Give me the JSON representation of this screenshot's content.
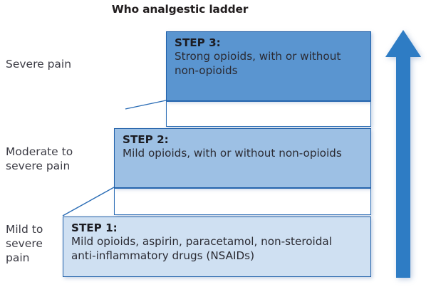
{
  "title": "Who analgestic ladder",
  "pain_levels": [
    {
      "id": "severe",
      "label": "Severe pain"
    },
    {
      "id": "moderate",
      "label": "Moderate to\nsevere pain"
    },
    {
      "id": "mild",
      "label": "Mild to\nsevere\npain"
    }
  ],
  "steps": [
    {
      "id": "step3",
      "heading": "STEP 3:",
      "body": "Strong opioids, with or without\nnon-opioids",
      "fill": "#5a95d0"
    },
    {
      "id": "step2",
      "heading": "STEP 2:",
      "body": "Mild opioids, with or without non-opioids",
      "fill": "#9dc0e4"
    },
    {
      "id": "step1",
      "heading": "STEP 1:",
      "body": "Mild opioids, aspirin, paracetamol, non-steroidal\nanti-inflammatory drugs (NSAIDs)",
      "fill": "#cfe0f2"
    }
  ],
  "arrow": {
    "name": "up-arrow",
    "direction": "up",
    "color": "#2e7cc4"
  },
  "colors": {
    "border": "#1f5fa8",
    "riser_border": "#2a6cb5",
    "text": "#2b2b33",
    "title_text": "#231f20",
    "background": "#ffffff"
  }
}
